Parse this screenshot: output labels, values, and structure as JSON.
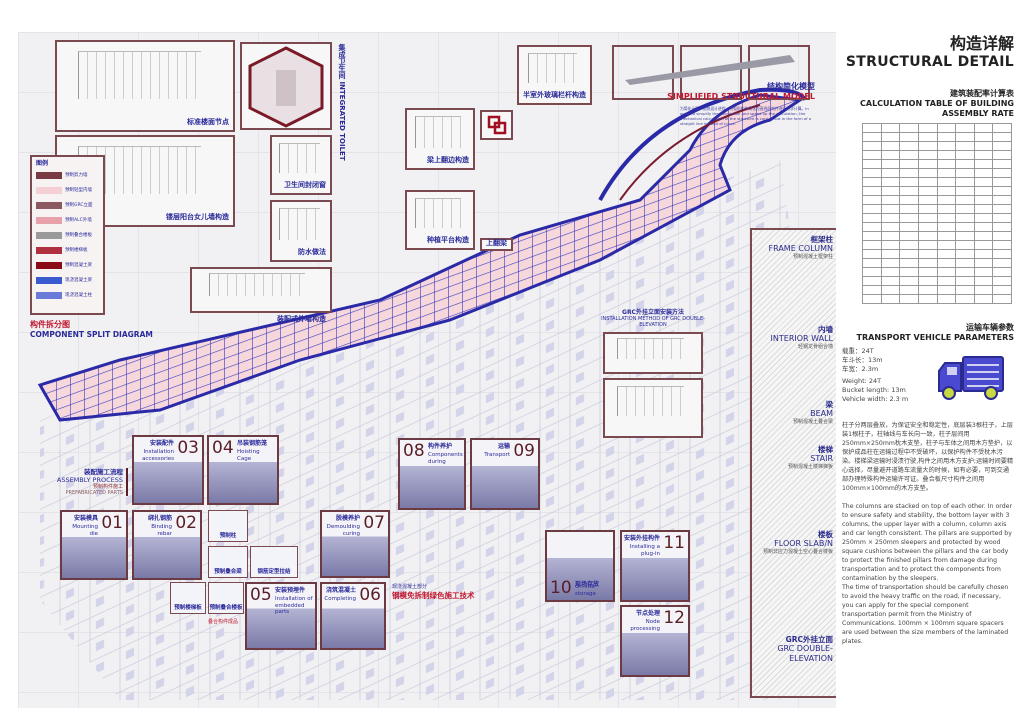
{
  "header": {
    "title_cn": "构造详解",
    "title_en": "STRUCTURAL DETAIL"
  },
  "calc_table": {
    "title_cn": "建筑装配率计算表",
    "title_en_1": "CALCULATION TABLE OF BUILDING",
    "title_en_2": "ASSEMBLY RATE"
  },
  "transport": {
    "title_cn": "运输车辆参数",
    "title_en": "TRANSPORT VEHICLE PARAMETERS",
    "params_cn": [
      "载重：24T",
      "车斗长：13m",
      "车宽：2.3m"
    ],
    "params_en": [
      "Weight: 24T",
      "Bucket length: 13m",
      "Vehicle width: 2.3 m"
    ],
    "para_cn": "柱子分两层叠放，为保证安全和稳定性，底层装3根柱子，上层装1根柱子，柱轴线与车长向一致，柱子层间用250mm×250mm枕木支垫，柱子与车体之间用木方垫护，以保护成品柱在运输过程中不受破坏，以保护构件不受枕木污染。楼梯梁运输时浸渍行驶,构件之间用木方支护;运输时间要精心选择，尽量避开道路车流量大的时候，如有必要，可到交通部办理特殊构件运输许可证。叠合板尺寸构件之间用100mm×100mm的木方支垫。",
    "para_en_1": "The columns are stacked on top of each other. In order to ensure safety and stability, the bottom layer with 3 columns, the upper layer with a column, column axis and car length consistent. The pillars are supported by 250mm × 250mm sleepers and protected by wood square cushions between the pillars and the car body to protect the finished pillars from damage during transportation and to protect the components from contamination by the sleepers.",
    "para_en_2": "The time of transportation should be carefully chosen to avoid the heavy traffic on the road, if necessary, you can apply for the special component transportation permit from the Ministry of Communications. 100mm × 100mm square spacers are used between the size members of the laminated plates."
  },
  "details": {
    "floor_node": "标准楼面节点",
    "balcony": "镂层阳台女儿墙构造",
    "toilet_window": "卫生间封闭窗",
    "waterproof": "防水做法",
    "ext_wall": "装配式外墙构造",
    "beam_edge": "梁上翻边构造",
    "planting": "种植平台构造",
    "upturn_beam": "上翻梁",
    "railing": "半室外玻璃栏杆构造",
    "toilet_cn": "集成卫生间",
    "toilet_en": "INTEGRATED TOILET"
  },
  "model": {
    "title_cn": "结构简化模型",
    "title_en": "SIMPLIFIED STRUCTURAL MODEL",
    "desc": "为简化计算，加快设计进程，将弧形构件简化为直线段构件进行力学计算。In order to simplify the calculation and speed up the calculation, the mechanical calculation of the structure is carried out in the form of a straight line instead of curve."
  },
  "legend": {
    "title": "图例",
    "items": [
      "预制剪力墙",
      "预制轻型内墙",
      "预制GRC立面",
      "预制ALC外墙",
      "预制叠合楼板",
      "预制楼梯板",
      "预制混凝土梁",
      "现浇混凝土梁",
      "现浇混凝土柱"
    ],
    "colors": [
      "#7a3a44",
      "#f4cfd4",
      "#8a5a60",
      "#e8a0aa",
      "#9a9a9a",
      "#b03040",
      "#8a0a18",
      "#3a5ad0",
      "#6a7ad8"
    ]
  },
  "split": {
    "title_cn": "构件拆分图",
    "title_en": "COMPONENT SPLIT DIAGRAM"
  },
  "process": {
    "title_cn": "装配施工流程",
    "title_en": "ASSEMBLY PROCESS",
    "sub_cn": "预制构件施工",
    "sub_en": "PREFABRICATED PARTS"
  },
  "steps": [
    {
      "num": "01",
      "cn": "安装模具",
      "en": "Mounting die"
    },
    {
      "num": "02",
      "cn": "绑扎钢筋",
      "en": "Binding rebar"
    },
    {
      "num": "03",
      "cn": "安装配件",
      "en": "Installation accessories"
    },
    {
      "num": "04",
      "cn": "吊装钢筋笼",
      "en": "Hoisting Cage"
    },
    {
      "num": "05",
      "cn": "安装预埋件",
      "en": "Installation of embedded parts"
    },
    {
      "num": "06",
      "cn": "浇筑混凝土",
      "en": "Completing"
    },
    {
      "num": "07",
      "cn": "脱模养护",
      "en": "Demoulding curing"
    },
    {
      "num": "08",
      "cn": "构件养护",
      "en": "Components during"
    },
    {
      "num": "09",
      "cn": "运输",
      "en": "Transport"
    },
    {
      "num": "10",
      "cn": "现场存放",
      "en": "On-site storage"
    },
    {
      "num": "11",
      "cn": "安装外挂构件",
      "en": "Installing a plug-in"
    },
    {
      "num": "12",
      "cn": "节点处理",
      "en": "Node processing"
    }
  ],
  "small_parts": [
    "预制柱",
    "预制叠合梁",
    "钢筋定型拉结",
    "预制楼梯板",
    "预制叠合楼板"
  ],
  "small_parts_note": "叠合构件成品",
  "steel_form": {
    "sub": "现浇混凝土部分",
    "title": "钢模免拆制绿色施工技术"
  },
  "grc": {
    "title_cn": "GRC外挂立面安装方法",
    "title_en": "INSTALLATION METHOD OF GRC DOUBLE-ELEVATION"
  },
  "components": [
    {
      "cn": "框架柱",
      "en": "FRAME COLUMN",
      "sub": "预制混凝土框架柱"
    },
    {
      "cn": "内墙",
      "en": "INTERIOR WALL",
      "sub": "轻钢龙骨组合墙"
    },
    {
      "cn": "梁",
      "en": "BEAM",
      "sub": "预制混凝土叠合梁"
    },
    {
      "cn": "楼梯",
      "en": "STAIR",
      "sub": "预制混凝土楼梯梯板"
    },
    {
      "cn": "楼板",
      "en": "FLOOR SLAB/N",
      "sub": "预制非应力混凝土空心叠合楼板"
    },
    {
      "cn": "GRC外挂立面",
      "en": "GRC DOUBLE-ELEVATION",
      "sub": ""
    }
  ]
}
